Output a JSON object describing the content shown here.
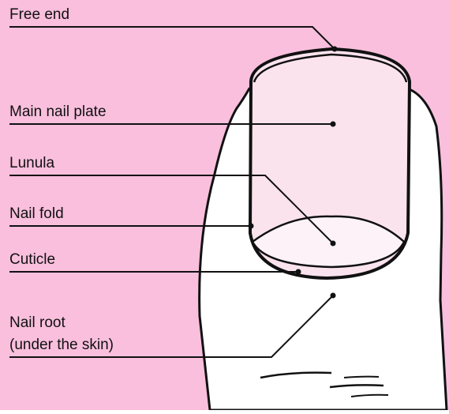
{
  "colors": {
    "background": "#f9bfdd",
    "skin": "#ffffff",
    "nail_plate": "#fbe3ee",
    "outline": "#111111",
    "lunula": "#fdf2f7"
  },
  "labels": {
    "free_end": "Free end",
    "main_nail_plate": "Main nail plate",
    "lunula": "Lunula",
    "nail_fold": "Nail fold",
    "cuticle": "Cuticle",
    "nail_root_line1": "Nail root",
    "nail_root_line2": "(under the skin)"
  }
}
